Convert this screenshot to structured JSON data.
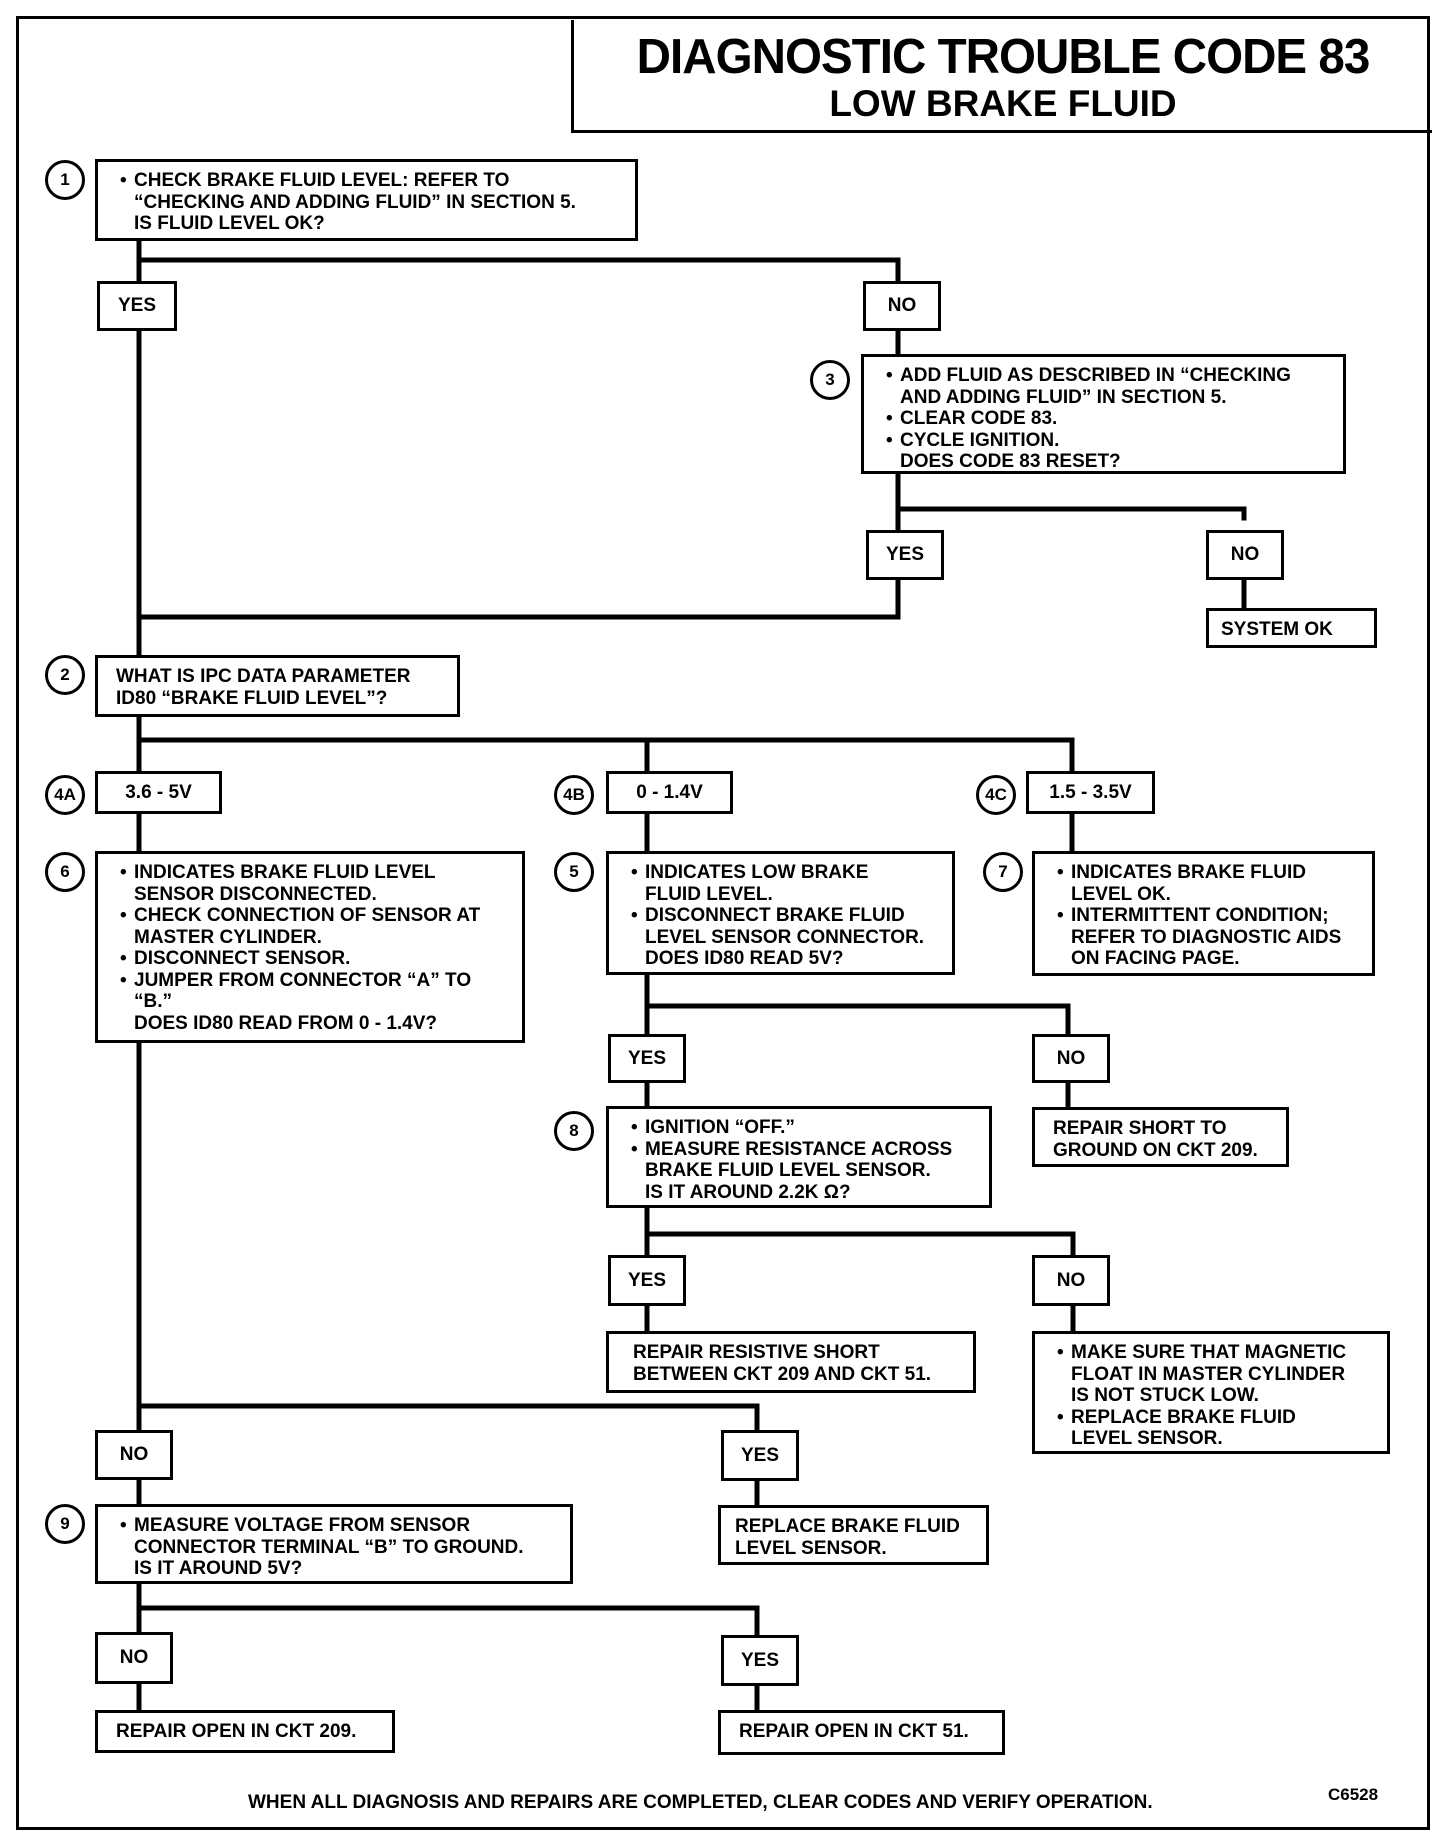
{
  "title": {
    "main": "DIAGNOSTIC TROUBLE CODE 83",
    "sub": "LOW BRAKE FLUID"
  },
  "steps": {
    "s1": {
      "num": "1",
      "lines": [
        {
          "t": "b",
          "text": "CHECK BRAKE FLUID LEVEL: REFER TO"
        },
        {
          "t": "q",
          "text": "“CHECKING AND ADDING FLUID” IN SECTION 5."
        },
        {
          "t": "q",
          "text": "IS FLUID LEVEL OK?"
        }
      ]
    },
    "s3": {
      "num": "3",
      "lines": [
        {
          "t": "b",
          "text": "ADD FLUID AS DESCRIBED IN “CHECKING"
        },
        {
          "t": "q",
          "text": "AND ADDING FLUID” IN SECTION 5."
        },
        {
          "t": "b",
          "text": "CLEAR CODE 83."
        },
        {
          "t": "b",
          "text": "CYCLE IGNITION."
        },
        {
          "t": "q",
          "text": "DOES CODE 83 RESET?"
        }
      ]
    },
    "s2": {
      "num": "2",
      "lines": [
        {
          "t": "p",
          "text": "WHAT IS IPC DATA PARAMETER"
        },
        {
          "t": "p",
          "text": "ID80 “BRAKE FLUID LEVEL”?"
        }
      ]
    },
    "s6": {
      "num": "6",
      "lines": [
        {
          "t": "b",
          "text": "INDICATES BRAKE FLUID LEVEL"
        },
        {
          "t": "q",
          "text": "SENSOR DISCONNECTED."
        },
        {
          "t": "b",
          "text": "CHECK CONNECTION OF SENSOR AT"
        },
        {
          "t": "q",
          "text": "MASTER CYLINDER."
        },
        {
          "t": "b",
          "text": "DISCONNECT SENSOR."
        },
        {
          "t": "b",
          "text": "JUMPER FROM CONNECTOR “A” TO"
        },
        {
          "t": "q",
          "text": "“B.”"
        },
        {
          "t": "q",
          "text": "DOES ID80 READ FROM 0 - 1.4V?"
        }
      ]
    },
    "s5": {
      "num": "5",
      "lines": [
        {
          "t": "b",
          "text": "INDICATES LOW BRAKE"
        },
        {
          "t": "q",
          "text": "FLUID LEVEL."
        },
        {
          "t": "b",
          "text": "DISCONNECT BRAKE FLUID"
        },
        {
          "t": "q",
          "text": "LEVEL SENSOR CONNECTOR."
        },
        {
          "t": "q",
          "text": "DOES ID80 READ 5V?"
        }
      ]
    },
    "s7": {
      "num": "7",
      "lines": [
        {
          "t": "b",
          "text": "INDICATES BRAKE FLUID"
        },
        {
          "t": "q",
          "text": "LEVEL OK."
        },
        {
          "t": "b",
          "text": "INTERMITTENT CONDITION;"
        },
        {
          "t": "q",
          "text": "REFER TO DIAGNOSTIC AIDS"
        },
        {
          "t": "q",
          "text": "ON FACING PAGE."
        }
      ]
    },
    "s8": {
      "num": "8",
      "lines": [
        {
          "t": "b",
          "text": "IGNITION “OFF.”"
        },
        {
          "t": "b",
          "text": "MEASURE RESISTANCE ACROSS"
        },
        {
          "t": "q",
          "text": "BRAKE FLUID LEVEL SENSOR."
        },
        {
          "t": "q",
          "text": "IS IT AROUND 2.2K Ω?"
        }
      ]
    },
    "s9": {
      "num": "9",
      "lines": [
        {
          "t": "b",
          "text": "MEASURE VOLTAGE FROM SENSOR"
        },
        {
          "t": "q",
          "text": "CONNECTOR TERMINAL “B” TO GROUND."
        },
        {
          "t": "q",
          "text": "IS IT AROUND 5V?"
        }
      ]
    }
  },
  "results": {
    "system_ok": {
      "lines": [
        {
          "t": "p",
          "text": "SYSTEM OK"
        }
      ]
    },
    "repair_short_ground": {
      "lines": [
        {
          "t": "p",
          "text": "REPAIR SHORT TO"
        },
        {
          "t": "p",
          "text": "GROUND ON CKT 209."
        }
      ]
    },
    "repair_resistive_short": {
      "lines": [
        {
          "t": "p",
          "text": "REPAIR RESISTIVE SHORT"
        },
        {
          "t": "p",
          "text": "BETWEEN CKT 209 AND CKT 51."
        }
      ]
    },
    "magnetic_float": {
      "lines": [
        {
          "t": "b",
          "text": "MAKE SURE THAT MAGNETIC"
        },
        {
          "t": "q",
          "text": "FLOAT IN MASTER CYLINDER"
        },
        {
          "t": "q",
          "text": "IS NOT STUCK LOW."
        },
        {
          "t": "b",
          "text": "REPLACE BRAKE FLUID"
        },
        {
          "t": "q",
          "text": "LEVEL SENSOR."
        }
      ]
    },
    "replace_sensor": {
      "lines": [
        {
          "t": "p",
          "text": "REPLACE BRAKE FLUID"
        },
        {
          "t": "p",
          "text": "LEVEL SENSOR."
        }
      ]
    },
    "repair_open_209": {
      "lines": [
        {
          "t": "p",
          "text": "REPAIR OPEN IN CKT 209."
        }
      ]
    },
    "repair_open_51": {
      "lines": [
        {
          "t": "p",
          "text": "REPAIR OPEN IN CKT 51."
        }
      ]
    }
  },
  "labels": {
    "yes": "YES",
    "no": "NO",
    "range_4a": "3.6 - 5V",
    "range_4b": "0 - 1.4V",
    "range_4c": "1.5 - 3.5V",
    "circle_4a": "4A",
    "circle_4b": "4B",
    "circle_4c": "4C"
  },
  "footer": "WHEN ALL DIAGNOSIS AND REPAIRS ARE COMPLETED, CLEAR CODES AND VERIFY OPERATION.",
  "figure_id": "C6528"
}
